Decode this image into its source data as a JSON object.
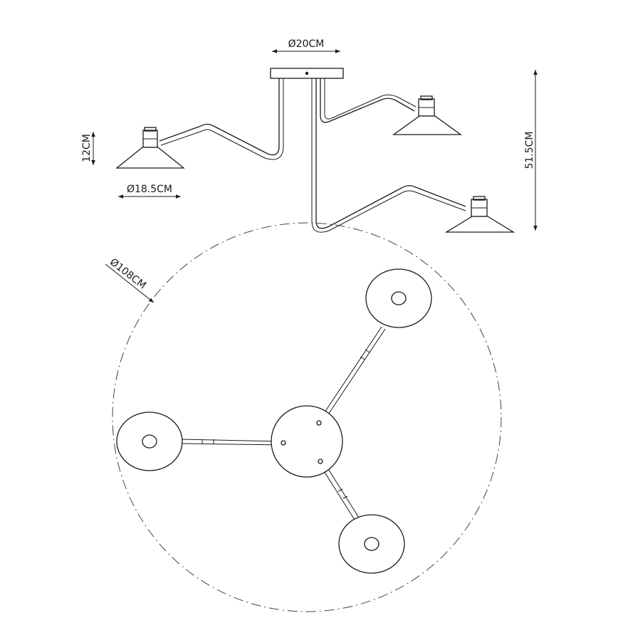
{
  "dimensions": {
    "canopy_diameter": "Ø20CM",
    "shade_height": "12CM",
    "shade_diameter": "Ø18.5CM",
    "total_height": "51.5CM",
    "span_diameter": "Ø108CM"
  },
  "colors": {
    "line": "#1a1a1a",
    "background": "#ffffff"
  }
}
